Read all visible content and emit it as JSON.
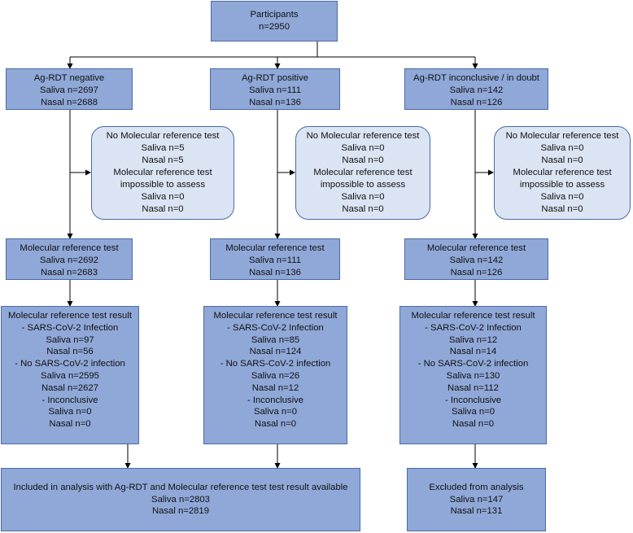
{
  "participants": {
    "lines": [
      "Participants",
      "n=2950"
    ]
  },
  "columns": [
    {
      "group": {
        "lines": [
          "Ag-RDT negative",
          "Saliva n=2697",
          "Nasal n=2688"
        ]
      },
      "excluded_note": {
        "lines": [
          "No Molecular reference test",
          "Saliva n=5",
          "Nasal n=5",
          "Molecular reference test",
          "impossible to assess",
          "Saliva n=0",
          "Nasal n=0"
        ]
      },
      "reference": {
        "lines": [
          "Molecular reference test",
          "Saliva n=2692",
          "Nasal n=2683"
        ]
      },
      "result": {
        "lines": [
          "Molecular reference test result",
          "-   SARS-CoV-2 Infection",
          "Saliva n=97",
          "Nasal n=56",
          "- No SARS-CoV-2 infection",
          "Saliva n=2595",
          "Nasal n=2627",
          "-   Inconclusive",
          "Saliva n=0",
          "Nasal n=0"
        ]
      }
    },
    {
      "group": {
        "lines": [
          "Ag-RDT positive",
          "Saliva n=111",
          "Nasal n=136"
        ]
      },
      "excluded_note": {
        "lines": [
          "No Molecular reference test",
          "Saliva n=0",
          "Nasal n=0",
          "Molecular reference test",
          "impossible to assess",
          "Saliva n=0",
          "Nasal n=0"
        ]
      },
      "reference": {
        "lines": [
          "Molecular reference test",
          "Saliva n=111",
          "Nasal n=136"
        ]
      },
      "result": {
        "lines": [
          "Molecular reference test result",
          "-   SARS-CoV-2 Infection",
          "Saliva n=85",
          "Nasal n=124",
          "- No SARS-CoV-2 infection",
          "Saliva n=26",
          "Nasal n=12",
          "-   Inconclusive",
          "Saliva n=0",
          "Nasal n=0"
        ]
      }
    },
    {
      "group": {
        "lines": [
          "Ag-RDT inconclusive / in doubt",
          "Saliva n=142",
          "Nasal n=126"
        ]
      },
      "excluded_note": {
        "lines": [
          "No Molecular reference test",
          "Saliva n=0",
          "Nasal n=0",
          "Molecular reference test",
          "impossible to assess",
          "Saliva n=0",
          "Nasal n=0"
        ]
      },
      "reference": {
        "lines": [
          "Molecular reference test",
          "Saliva n=142",
          "Nasal n=126"
        ]
      },
      "result": {
        "lines": [
          "Molecular reference test result",
          "-   SARS-CoV-2 Infection",
          "Saliva n=12",
          "Nasal n=14",
          "- No SARS-CoV-2 infection",
          "Saliva n=130",
          "Nasal n=112",
          "-   Inconclusive",
          "Saliva n=0",
          "Nasal n=0"
        ]
      }
    }
  ],
  "included": {
    "lines": [
      "Included in analysis with Ag-RDT and Molecular reference test test result available",
      "Saliva n=2803",
      "Nasal n=2819"
    ]
  },
  "excluded": {
    "lines": [
      "Excluded from analysis",
      "Saliva n=147",
      "Nasal n=131"
    ]
  },
  "colors": {
    "box_fill": "#8fa8d8",
    "note_fill": "#dbe4f3",
    "border": "#4a6aa6",
    "line": "#000000"
  }
}
